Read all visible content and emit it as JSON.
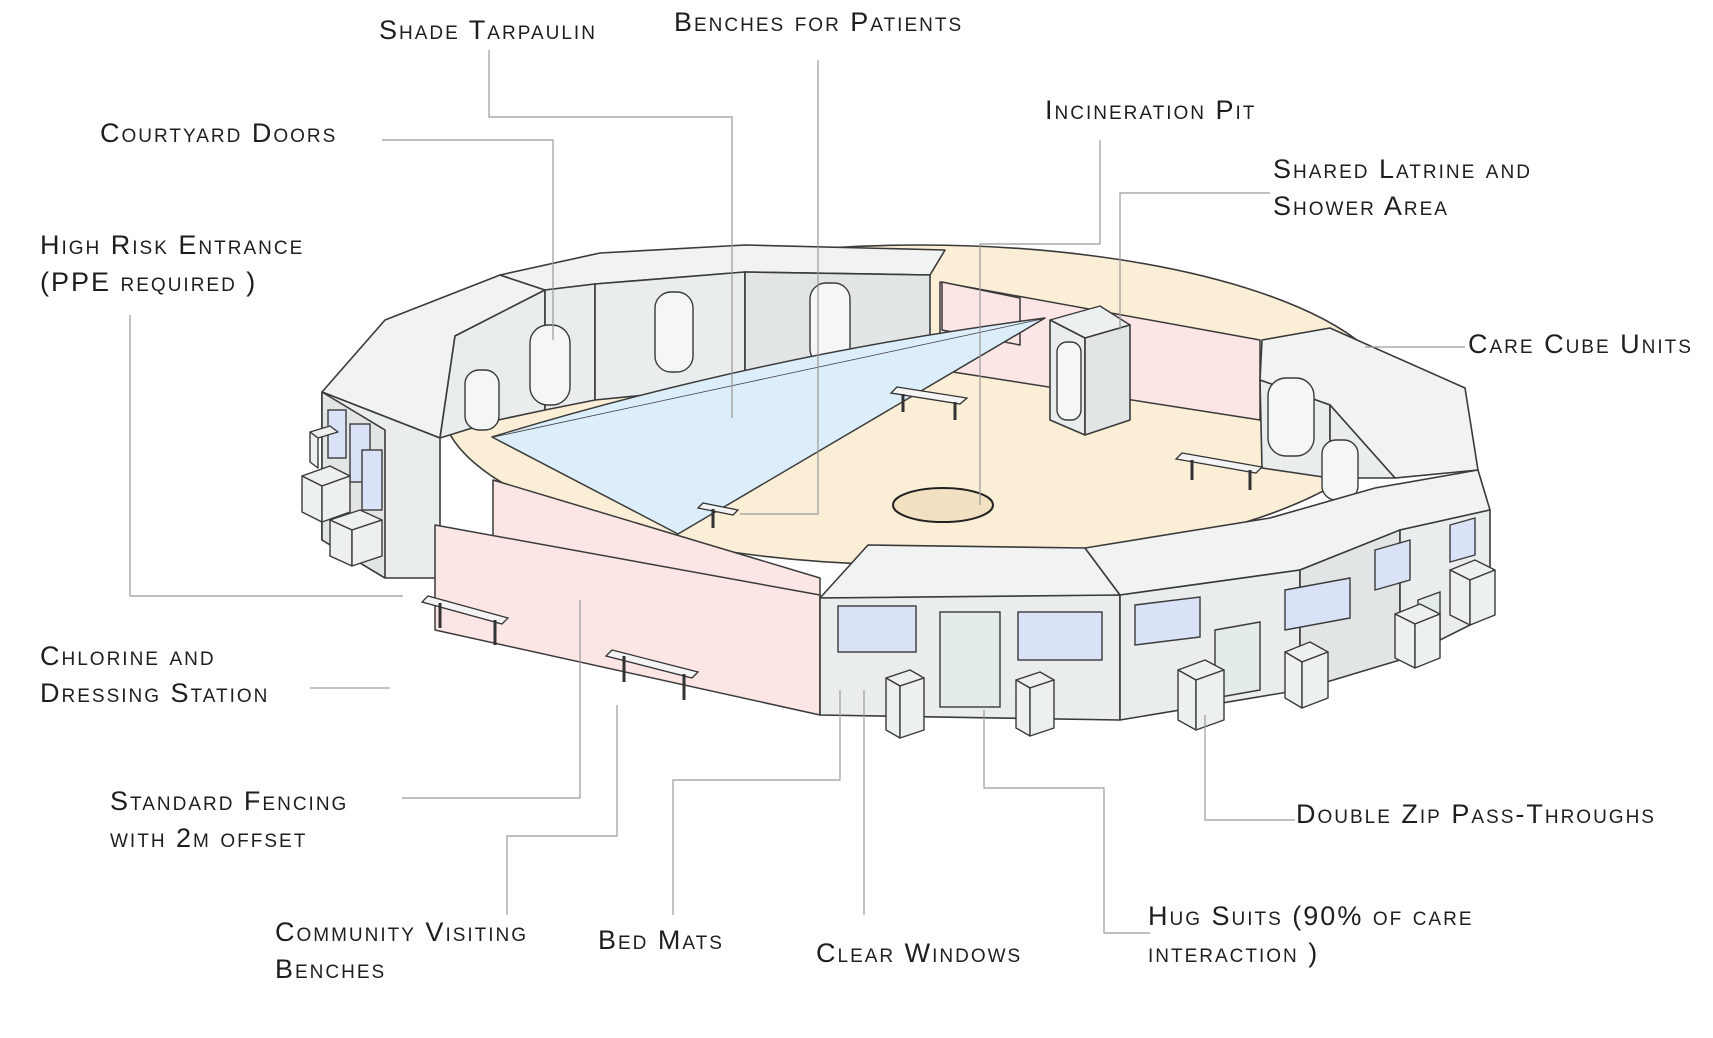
{
  "labels": {
    "shade_tarpaulin": "Shade Tarpaulin",
    "benches_for_patients": "Benches for Patients",
    "courtyard_doors": "Courtyard Doors",
    "incineration_pit": "Incineration Pit",
    "shared_latrine_line1": "Shared Latrine and",
    "shared_latrine_line2": "Shower Area",
    "high_risk_line1": "High Risk Entrance",
    "high_risk_line2": "(PPE required )",
    "care_cube_units": "Care Cube Units",
    "chlorine_line1": "Chlorine and",
    "chlorine_line2": "Dressing Station",
    "fencing_line1": "Standard Fencing",
    "fencing_line2": "with 2m offset",
    "double_zip": "Double Zip Pass-Throughs",
    "community_line1": "Community Visiting",
    "community_line2": "Benches",
    "bed_mats": "Bed Mats",
    "clear_windows": "Clear Windows",
    "hug_suits_line1": "Hug Suits (90% of care",
    "hug_suits_line2": "interaction )"
  },
  "colors": {
    "unit_walls": "#eaedee",
    "courtyard_floor": "#fbeed6",
    "fencing": "#fbe5e5",
    "tarpaulin": "#dceefa",
    "windows": "#d9e2f6",
    "leader_lines": "#9a9a9a"
  }
}
